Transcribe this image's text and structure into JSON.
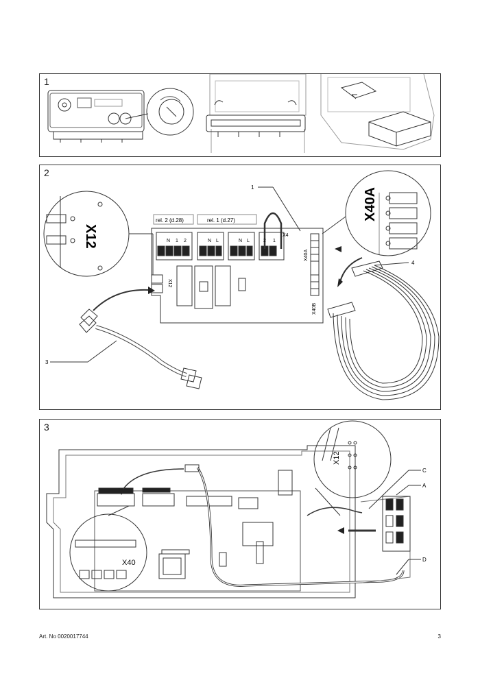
{
  "figures": [
    {
      "number": "1"
    },
    {
      "number": "2",
      "relay_labels": [
        "rel. 2 (d.28)",
        "rel. 1 (d.27)"
      ],
      "terminal_labels": [
        "N",
        "1",
        "2",
        "N",
        "L",
        "N",
        "L",
        "2",
        "1"
      ],
      "connector_labels": [
        "X4",
        "X40A",
        "X40B",
        "X12"
      ],
      "zoom_labels": [
        "X12",
        "X40A"
      ],
      "callouts": [
        "1",
        "3",
        "4"
      ]
    },
    {
      "number": "3",
      "zoom_labels": [
        "X12",
        "X40"
      ],
      "callouts": [
        "C",
        "A",
        "D"
      ]
    }
  ],
  "footer": {
    "art_no": "Art. No 0020017744",
    "page": "3"
  }
}
